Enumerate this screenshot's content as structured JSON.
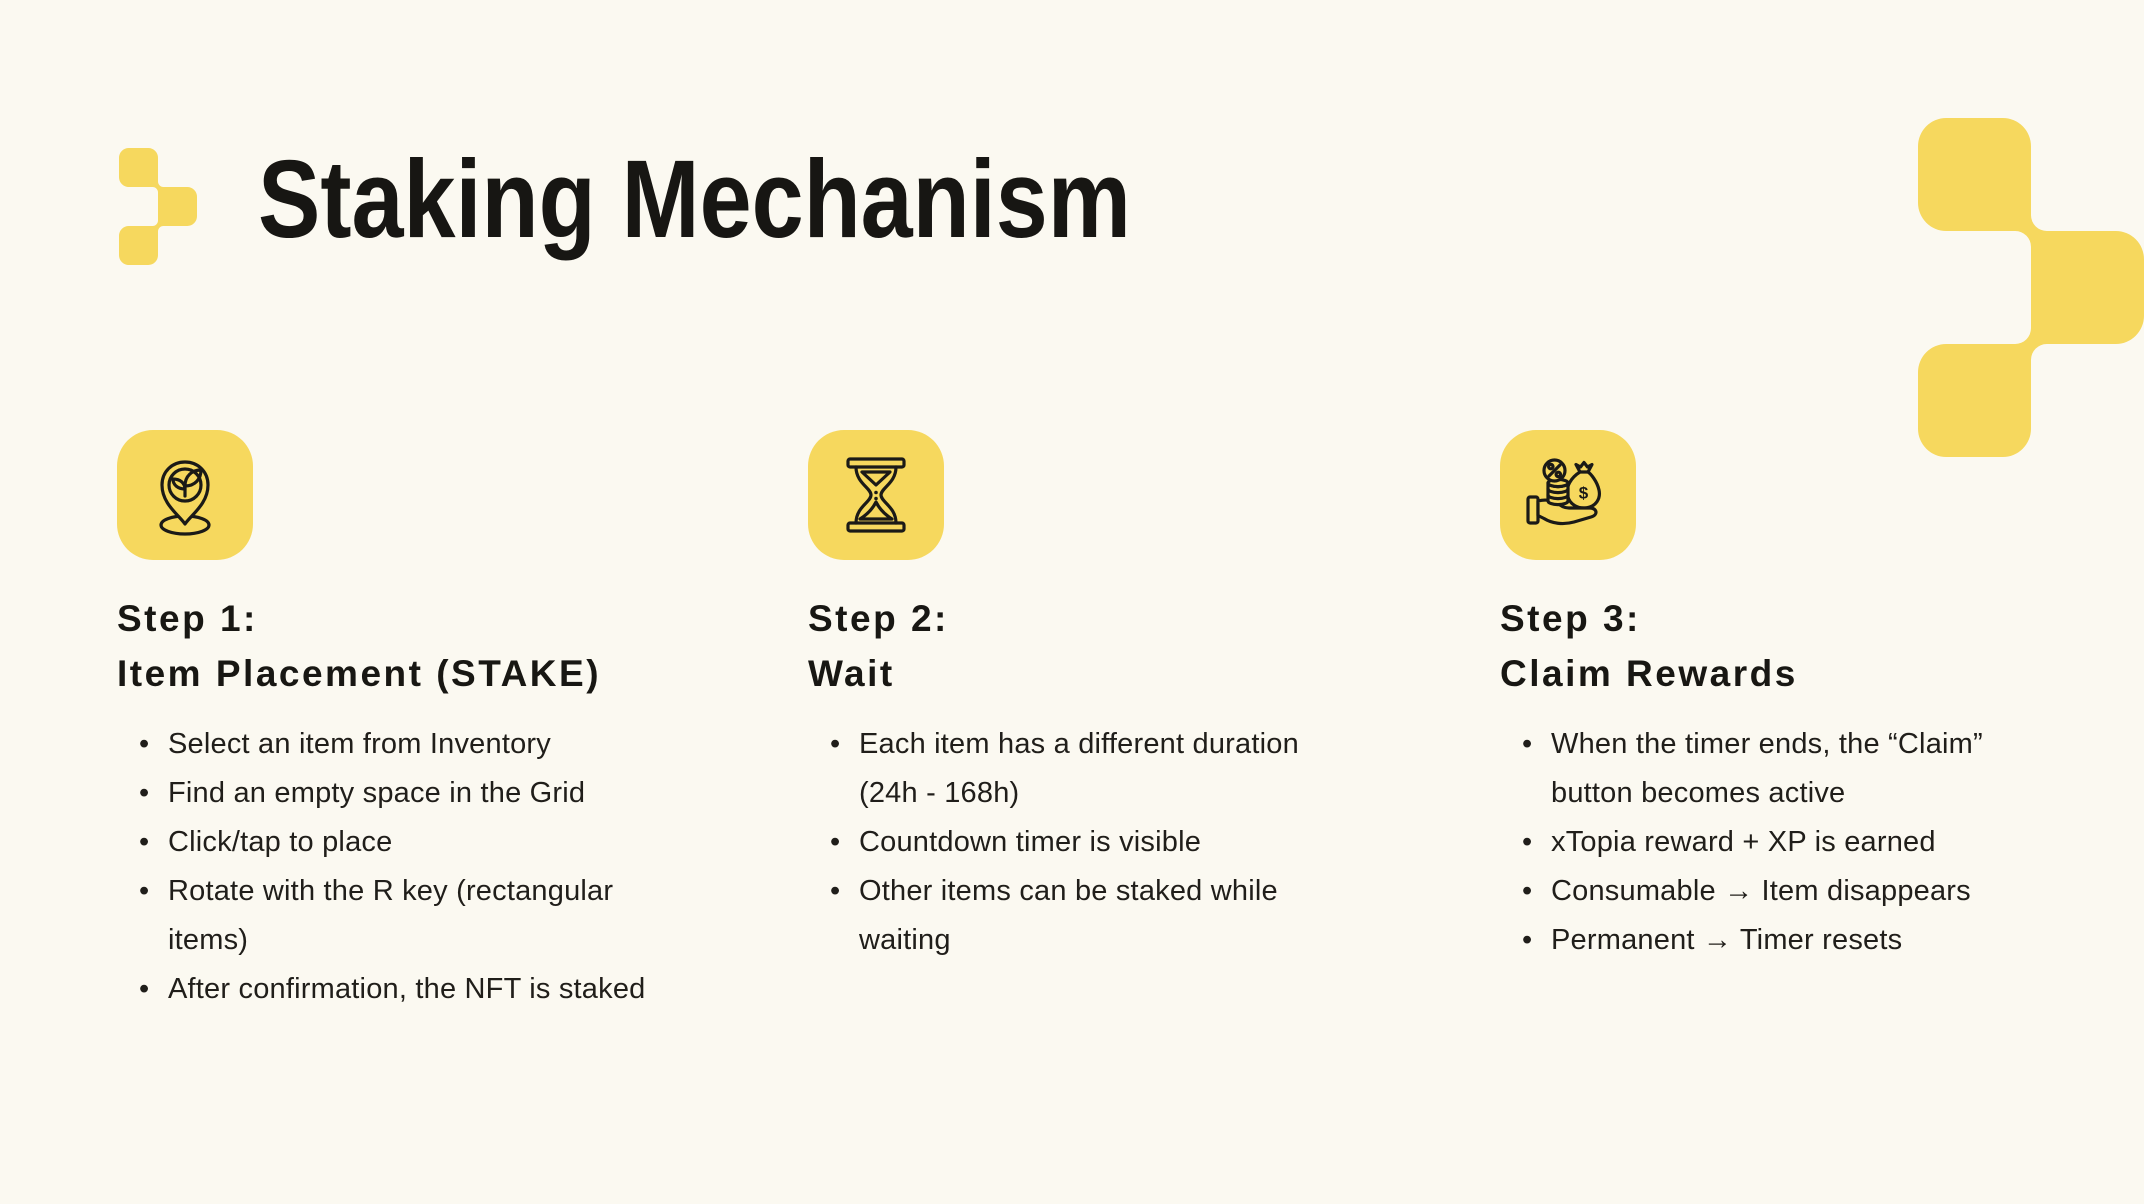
{
  "page": {
    "title": "Staking Mechanism",
    "background_color": "#FBF9F1",
    "accent_color": "#F6D85E",
    "text_color": "#1B1A17"
  },
  "decorations": {
    "logo_small": "pixel-cluster-shape",
    "logo_large": "pixel-cluster-shape"
  },
  "steps": [
    {
      "icon": "location-pin-sprout-icon",
      "label": "Step 1:",
      "heading": "Item Placement (STAKE)",
      "bullets": [
        "Select an item from Inventory",
        "Find an empty space in the Grid",
        "Click/tap to place",
        "Rotate with the R key (rectangular items)",
        "After confirmation, the NFT is staked"
      ]
    },
    {
      "icon": "hourglass-icon",
      "label": "Step 2:",
      "heading": "Wait",
      "bullets": [
        "Each item has a different duration (24h - 168h)",
        "Countdown timer is visible",
        "Other items can be staked while waiting"
      ]
    },
    {
      "icon": "hand-holding-money-icon",
      "label": "Step 3:",
      "heading": "Claim Rewards",
      "bullets": [
        "When the timer ends, the “Claim” button becomes active",
        "xTopia reward + XP is earned",
        "Consumable → Item disappears",
        "Permanent → Timer resets"
      ]
    }
  ]
}
